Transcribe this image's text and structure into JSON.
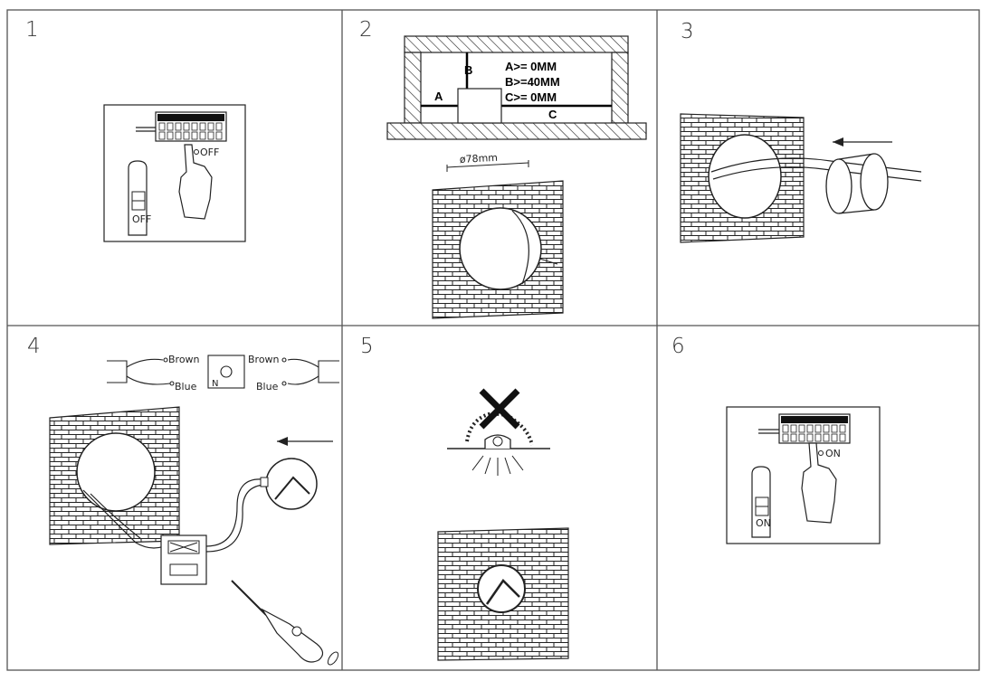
{
  "steps": [
    {
      "number": "1",
      "switch_label": "OFF",
      "breaker_label": "OFF"
    },
    {
      "number": "2",
      "dim_a": "A",
      "dim_b": "B",
      "dim_c": "C",
      "spec_a": "A>= 0MM",
      "spec_b": "B>=40MM",
      "spec_c": "C>= 0MM",
      "hole_diameter": "ø78mm"
    },
    {
      "number": "3"
    },
    {
      "number": "4",
      "wire_brown_left": "Brown",
      "wire_blue_left": "Blue",
      "wire_brown_right": "Brown",
      "wire_blue_right": "Blue",
      "terminal_n": "N"
    },
    {
      "number": "5"
    },
    {
      "number": "6",
      "switch_label": "ON",
      "breaker_label": "ON"
    }
  ]
}
